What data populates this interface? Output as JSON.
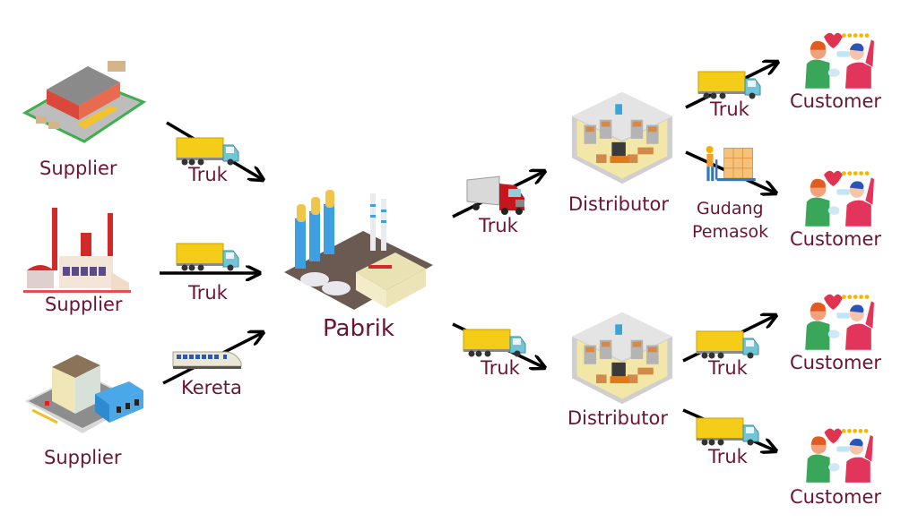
{
  "title": "Supply chain flow diagram",
  "colors": {
    "label": "#6b1530",
    "arrow": "#000000",
    "truck_yellow": "#f5cc18",
    "truck_cab": "#6fc6d8"
  },
  "nodes": {
    "supplier_1": {
      "label": "Supplier",
      "icon": "warehouse-icon"
    },
    "supplier_2": {
      "label": "Supplier",
      "icon": "factory-icon"
    },
    "supplier_3": {
      "label": "Supplier",
      "icon": "building-icon"
    },
    "factory": {
      "label": "Pabrik",
      "icon": "industrial-plant-icon"
    },
    "distributor_1": {
      "label": "Distributor",
      "icon": "storage-room-icon"
    },
    "distributor_2": {
      "label": "Distributor",
      "icon": "storage-room-icon"
    },
    "customer_1": {
      "label": "Customer",
      "icon": "happy-customers-icon"
    },
    "customer_2": {
      "label": "Customer",
      "icon": "happy-customers-icon"
    },
    "customer_3": {
      "label": "Customer",
      "icon": "happy-customers-icon"
    },
    "customer_4": {
      "label": "Customer",
      "icon": "happy-customers-icon"
    }
  },
  "edges": [
    {
      "from": "supplier_1",
      "to": "factory",
      "label": "Truk",
      "icon": "yellow-truck-icon"
    },
    {
      "from": "supplier_2",
      "to": "factory",
      "label": "Truk",
      "icon": "yellow-truck-icon"
    },
    {
      "from": "supplier_3",
      "to": "factory",
      "label": "Kereta",
      "icon": "train-icon"
    },
    {
      "from": "factory",
      "to": "distributor_1",
      "label": "Truk",
      "icon": "red-semi-truck-icon"
    },
    {
      "from": "factory",
      "to": "distributor_2",
      "label": "Truk",
      "icon": "yellow-truck-icon"
    },
    {
      "from": "distributor_1",
      "to": "customer_1",
      "label": "Truk",
      "icon": "yellow-truck-icon"
    },
    {
      "from": "distributor_1",
      "to": "customer_2",
      "label": "Gudang Pemasok",
      "label_lines": [
        "Gudang",
        "Pemasok"
      ],
      "icon": "pallet-worker-icon"
    },
    {
      "from": "distributor_2",
      "to": "customer_3",
      "label": "Truk",
      "icon": "yellow-truck-icon"
    },
    {
      "from": "distributor_2",
      "to": "customer_4",
      "label": "Truk",
      "icon": "yellow-truck-icon"
    }
  ]
}
